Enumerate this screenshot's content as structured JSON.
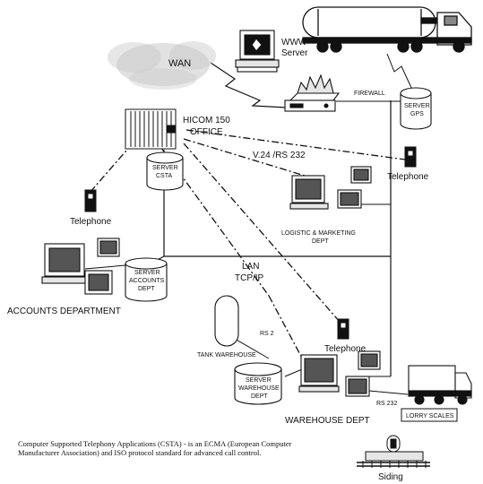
{
  "labels": {
    "wan": "WAN",
    "www_server_1": "WWW",
    "www_server_2": "Server",
    "firewall": "FIREWALL",
    "server_gps_1": "SERVER",
    "server_gps_2": "GPS",
    "hicom_1": "HICOM 150",
    "hicom_2": "OFFICE",
    "server_csta_1": "SERVER",
    "server_csta_2": "CSTA",
    "v24": "V.24 /RS 232",
    "telephone_right": "Telephone",
    "telephone_left": "Telephone",
    "logistic_1": "LOGISTIC & MARKETING",
    "logistic_2": "DEPT",
    "server_acc_1": "SERVER",
    "server_acc_2": "ACCOUNTS",
    "server_acc_3": "DEPT",
    "lan_1": "LAN",
    "lan_2": "TCP/IP",
    "accounts": "ACCOUNTS DEPARTMENT",
    "rs232_top": "RS 2",
    "tank_warehouse": "TANK WAREHOUSE",
    "telephone_bottom": "Telephone",
    "server_wh_1": "SERVER",
    "server_wh_2": "WAREHOUSE",
    "server_wh_3": "DEPT",
    "rs232_bottom": "RS 232",
    "warehouse": "WAREHOUSE DEPT",
    "lorry_scales": "LORRY SCALES",
    "siding": "Siding"
  },
  "caption": "Computer Supported Telephony Applications (CSTA) - is an ECMA (European Computer Manufacturer Association) and ISO protocol standard for advanced call control.",
  "colors": {
    "ink": "#111111",
    "cloud": "#c8c8c8",
    "panel": "#e6e6e6"
  }
}
